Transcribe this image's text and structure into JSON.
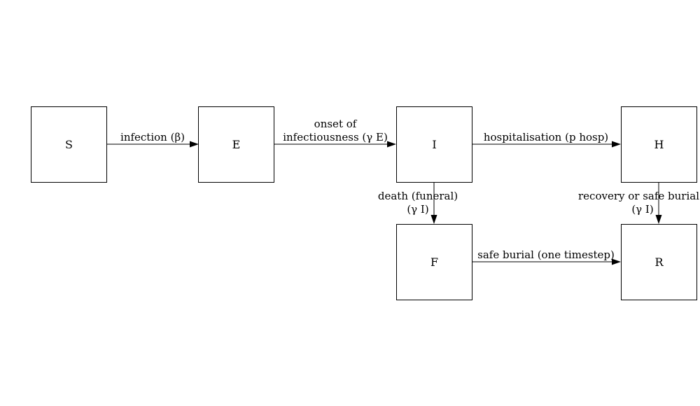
{
  "diagram": {
    "nodes": {
      "S": {
        "label": "S"
      },
      "E": {
        "label": "E"
      },
      "I": {
        "label": "I"
      },
      "H": {
        "label": "H"
      },
      "F": {
        "label": "F"
      },
      "R": {
        "label": "R"
      }
    },
    "edges": {
      "s_e": {
        "from": "S",
        "to": "E",
        "label_lines": [
          "infection (β)"
        ]
      },
      "e_i": {
        "from": "E",
        "to": "I",
        "label_lines": [
          "onset of",
          "infectiousness (γ E)"
        ]
      },
      "i_h": {
        "from": "I",
        "to": "H",
        "label_lines": [
          "hospitalisation (p hosp)"
        ]
      },
      "i_f": {
        "from": "I",
        "to": "F",
        "label_lines": [
          "death (funeral)",
          "(γ I)"
        ]
      },
      "h_r": {
        "from": "H",
        "to": "R",
        "label_lines": [
          "recovery or safe burial",
          "(γ I)"
        ]
      },
      "f_r": {
        "from": "F",
        "to": "R",
        "label_lines": [
          "safe burial (one timestep)"
        ]
      }
    }
  }
}
